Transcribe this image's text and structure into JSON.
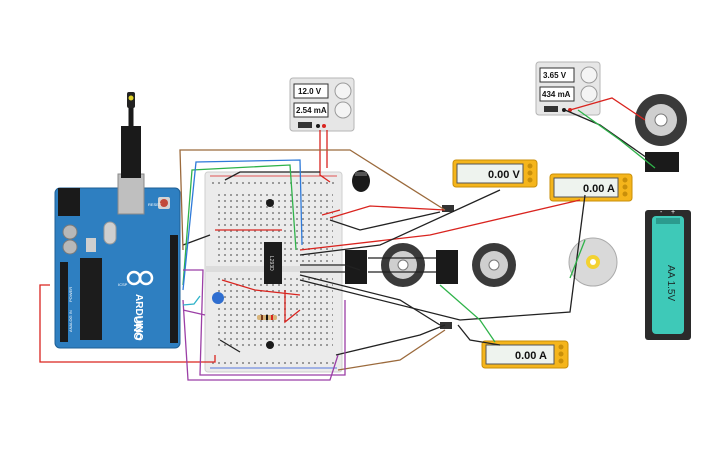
{
  "power_supplies": [
    {
      "voltage": "12.0 V",
      "current": "2.54 mA"
    },
    {
      "voltage": "3.65 V",
      "current": "434 mA"
    }
  ],
  "meters": [
    {
      "reading": "0.00 V"
    },
    {
      "reading": "0.00 A"
    },
    {
      "reading": "0.00 A"
    }
  ],
  "battery": {
    "label": "AA 1.5V",
    "plus": "+",
    "minus": "-"
  },
  "arduino": {
    "model": "UNO",
    "brand": "ARDUINO",
    "reset": "RESET",
    "icsp": "ICSP",
    "power": "POWER",
    "analog_in": "ANALOG IN"
  },
  "ic": {
    "label": "L293D"
  },
  "colors": {
    "arduino_blue": "#2e7fc1",
    "meter_yellow": "#f5b51b",
    "wire_red": "#d9241f",
    "wire_black": "#222222",
    "wire_green": "#2fb34a",
    "wire_brown": "#9b6a3c",
    "wire_purple": "#9b3fa6",
    "wire_blue": "#2f7ad9",
    "battery_teal": "#3ec9b8"
  }
}
